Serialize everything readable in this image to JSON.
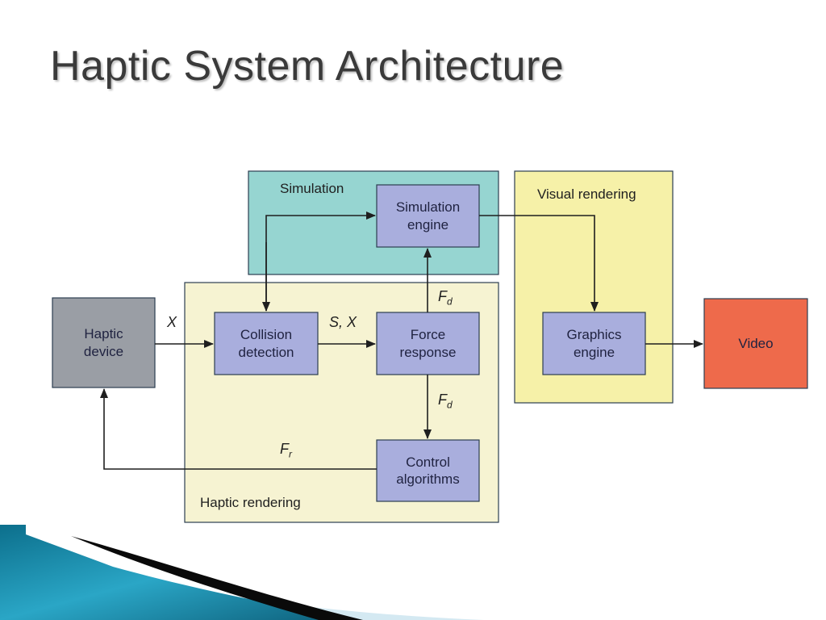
{
  "title": "Haptic System Architecture",
  "colors": {
    "simulation_region": "#96d5d1",
    "rendering_region": "#f6f3d2",
    "visual_region": "#f6f1a8",
    "block": "#a9aedd",
    "haptic_device": "#9a9ea5",
    "video": "#ee6a4b",
    "region_border": "#2c3e50"
  },
  "regions": {
    "simulation": "Simulation",
    "haptic_rendering": "Haptic rendering",
    "visual_rendering": "Visual rendering"
  },
  "blocks": {
    "haptic_device": "Haptic\ndevice",
    "collision_detection": "Collision\ndetection",
    "force_response": "Force\nresponse",
    "simulation_engine": "Simulation\nengine",
    "control_algorithms": "Control\nalgorithms",
    "graphics_engine": "Graphics\nengine",
    "video": "Video"
  },
  "signals": {
    "x": "X",
    "s_x": "S, X",
    "f": "F",
    "d": "d",
    "r": "r"
  },
  "icons": {
    "decor": "corner-swoosh"
  }
}
